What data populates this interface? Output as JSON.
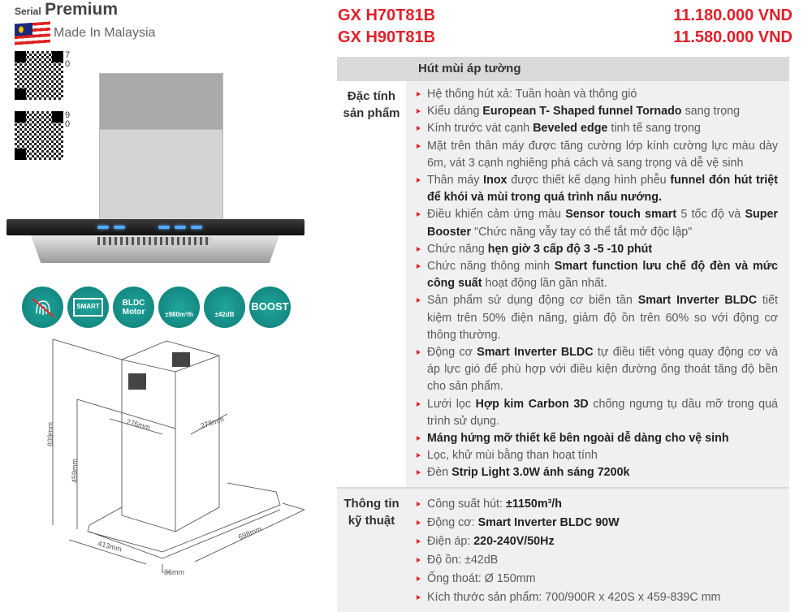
{
  "header": {
    "serial_label": "Serial",
    "serial_name": "Premium",
    "origin": "Made In Malaysia",
    "qr_labels": [
      "7 0",
      "9 0"
    ]
  },
  "models": [
    {
      "name": "GX H70T81B",
      "price": "11.180.000 VND"
    },
    {
      "name": "GX H90T81B",
      "price": "11.580.000 VND"
    }
  ],
  "feature_icons": [
    {
      "icon": "no-fingerprint-icon",
      "label": ""
    },
    {
      "icon": "smart-chip-icon",
      "label": "SMART"
    },
    {
      "icon": "bldc-motor-icon",
      "label": "BLDC Motor"
    },
    {
      "icon": "airflow-icon",
      "label": "±980m³/h"
    },
    {
      "icon": "noise-ear-icon",
      "label": "±42dB"
    },
    {
      "icon": "boost-icon",
      "label": "BOOST"
    }
  ],
  "diagram": {
    "dims": [
      "839mm",
      "459mm",
      "276mm",
      "278mm",
      "698mm",
      "413mm",
      "36mm"
    ]
  },
  "colors": {
    "accent": "#e0202a",
    "teal": "#138a82"
  },
  "table": {
    "category": "Hút mùi áp tường",
    "sections": [
      {
        "label": "Đặc tính sản phẩm",
        "items": [
          [
            {
              "t": "Hệ thống hút xả: Tuần hoàn và thông gió"
            }
          ],
          [
            {
              "t": "Kiểu dáng "
            },
            {
              "t": "European T- Shaped funnel Tornado",
              "b": true
            },
            {
              "t": " sang trọng"
            }
          ],
          [
            {
              "t": "Kính trước vát cạnh "
            },
            {
              "t": "Beveled edge",
              "b": true
            },
            {
              "t": " tinh tế sang trọng"
            }
          ],
          [
            {
              "t": "Mặt trên thân máy được tăng cường lớp kính cường lực màu dày 6m, vát 3 cạnh nghiêng phá cách và sang trọng và dễ vệ sinh"
            }
          ],
          [
            {
              "t": "Thân máy "
            },
            {
              "t": "Inox",
              "b": true
            },
            {
              "t": " được thiết kế dạng hình phễu "
            },
            {
              "t": "funnel đón hút triệt để khói và mùi trong quá trình nấu nướng.",
              "b": true
            }
          ],
          [
            {
              "t": "Điều khiển cảm ứng màu "
            },
            {
              "t": "Sensor touch smart",
              "b": true
            },
            {
              "t": " 5 tốc độ và "
            },
            {
              "t": "Super Booster",
              "b": true
            },
            {
              "t": " \"Chức năng vẫy tay có thể tắt mở độc lập\""
            }
          ],
          [
            {
              "t": "Chức năng "
            },
            {
              "t": "hẹn giờ 3 cấp độ 3 -5 -10 phút",
              "b": true
            }
          ],
          [
            {
              "t": "Chức năng thông minh "
            },
            {
              "t": "Smart function lưu chế độ đèn và mức công suất",
              "b": true
            },
            {
              "t": " hoạt động lần gần nhất."
            }
          ],
          [
            {
              "t": "Sản phẩm sử dụng động cơ biến tần "
            },
            {
              "t": "Smart Inverter BLDC",
              "b": true
            },
            {
              "t": " tiết kiệm trên 50% điện năng, giảm độ ồn trên 60% so với động cơ thông thường."
            }
          ],
          [
            {
              "t": "Động cơ "
            },
            {
              "t": "Smart Inverter BLDC",
              "b": true
            },
            {
              "t": " tự điều tiết vòng quay động cơ và áp lực gió để phù hợp với điều kiện đường ống thoát tăng độ bền cho sản phẩm."
            }
          ],
          [
            {
              "t": "Lưới lọc "
            },
            {
              "t": "Hợp kim Carbon 3D",
              "b": true
            },
            {
              "t": " chống ngưng tụ dầu mỡ trong quá trình sử dụng."
            }
          ],
          [
            {
              "t": "Máng hứng mỡ thiết kế bên ngoài dễ dàng cho vệ sinh",
              "b": true
            }
          ],
          [
            {
              "t": "Lọc, khử mùi bằng than hoạt tính"
            }
          ],
          [
            {
              "t": "Đèn "
            },
            {
              "t": "Strip Light 3.0W ánh sáng 7200k",
              "b": true
            }
          ]
        ]
      },
      {
        "label": "Thông tin kỹ thuật",
        "items": [
          [
            {
              "t": "Công suất hút: "
            },
            {
              "t": "±1150m³/h",
              "b": true
            }
          ],
          [
            {
              "t": "Động cơ: "
            },
            {
              "t": "Smart Inverter BLDC 90W",
              "b": true
            }
          ],
          [
            {
              "t": "Điện áp: "
            },
            {
              "t": "220-240V/50Hz",
              "b": true
            }
          ],
          [
            {
              "t": "Độ ồn: ±42dB"
            }
          ],
          [
            {
              "t": "Ống thoát: Ø 150mm"
            }
          ],
          [
            {
              "t": "Kích thước sản phẩm: 700/900R x 420S x 459-839C mm"
            }
          ]
        ]
      }
    ]
  }
}
